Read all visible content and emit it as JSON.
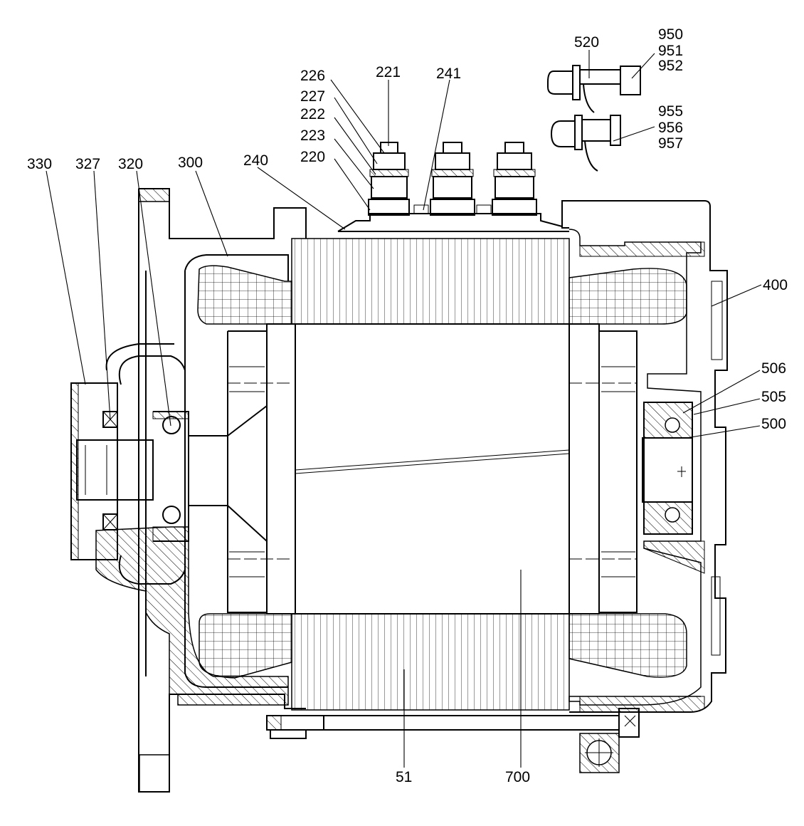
{
  "drawing": {
    "labels": {
      "l330": "330",
      "l327": "327",
      "l320": "320",
      "l300": "300",
      "l240": "240",
      "l220": "220",
      "l223": "223",
      "l222": "222",
      "l227": "227",
      "l226": "226",
      "l221": "221",
      "l241": "241",
      "l520": "520",
      "l950": "950",
      "l951": "951",
      "l952": "952",
      "l955": "955",
      "l956": "956",
      "l957": "957",
      "l400": "400",
      "l506": "506",
      "l505": "505",
      "l500": "500",
      "l51": "51",
      "l700": "700"
    }
  }
}
